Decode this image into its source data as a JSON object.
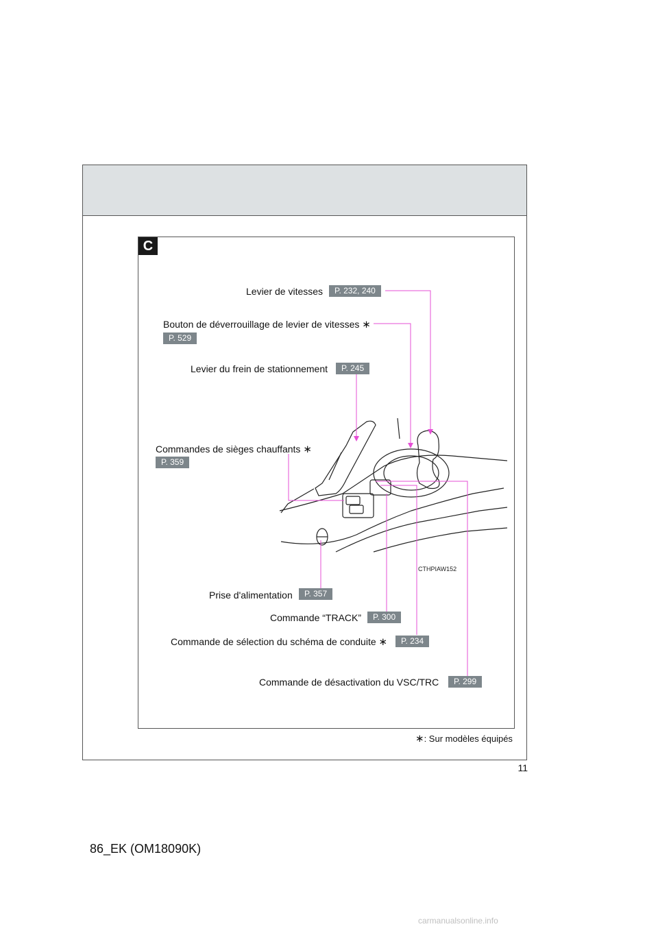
{
  "section": {
    "badge": "C"
  },
  "labels": {
    "gear_lever": {
      "text": "Levier de vitesses",
      "ref": "P. 232, 240"
    },
    "shift_lock": {
      "text": "Bouton de déverrouillage de levier de vitesses",
      "star": "∗",
      "ref": "P. 529"
    },
    "parking_brake": {
      "text": "Levier du frein de stationnement",
      "ref": "P. 245"
    },
    "seat_heaters": {
      "text": "Commandes de sièges chauffants",
      "star": "∗",
      "ref": "P. 359"
    },
    "power_outlet": {
      "text": "Prise d'alimentation",
      "ref": "P. 357"
    },
    "track_switch": {
      "text": "Commande “TRACK”",
      "ref": "P. 300"
    },
    "drive_mode": {
      "text": "Commande de sélection du schéma de conduite",
      "star": "∗",
      "ref": "P. 234"
    },
    "vsc_off": {
      "text": "Commande de désactivation du VSC/TRC",
      "ref": "P. 299"
    }
  },
  "illustration": {
    "code": "CTHPIAW152"
  },
  "footnote": {
    "star": "∗",
    "text": ": Sur modèles équipés"
  },
  "page": {
    "number": "11",
    "doc_code": "86_EK (OM18090K)"
  },
  "watermark": "carmanualsonline.info",
  "colors": {
    "leader_line": "#e64fd6",
    "ref_badge": "#7d868b",
    "header_band": "#dde1e3"
  }
}
